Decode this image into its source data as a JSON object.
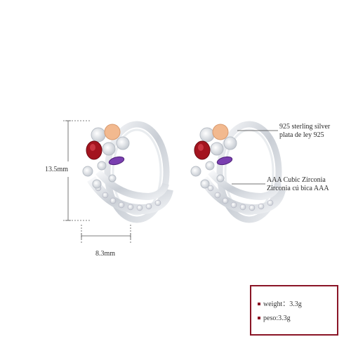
{
  "dimensions": {
    "height_label": "13.5mm",
    "width_label": "8.3mm"
  },
  "callouts": {
    "material_en": "925 sterling silver",
    "material_es": "plata de ley 925",
    "stone_en": "AAA Cubic Zirconia",
    "stone_es": "Zirconia cú bica AAA"
  },
  "specs": {
    "weight": "weight：3.3g",
    "peso": "peso:3.3g"
  },
  "colors": {
    "accent": "#8a1526",
    "silver": "#d9dde2",
    "garnet": "#a3141f",
    "champagne": "#f2b98f",
    "amethyst": "#7a3fb0"
  }
}
